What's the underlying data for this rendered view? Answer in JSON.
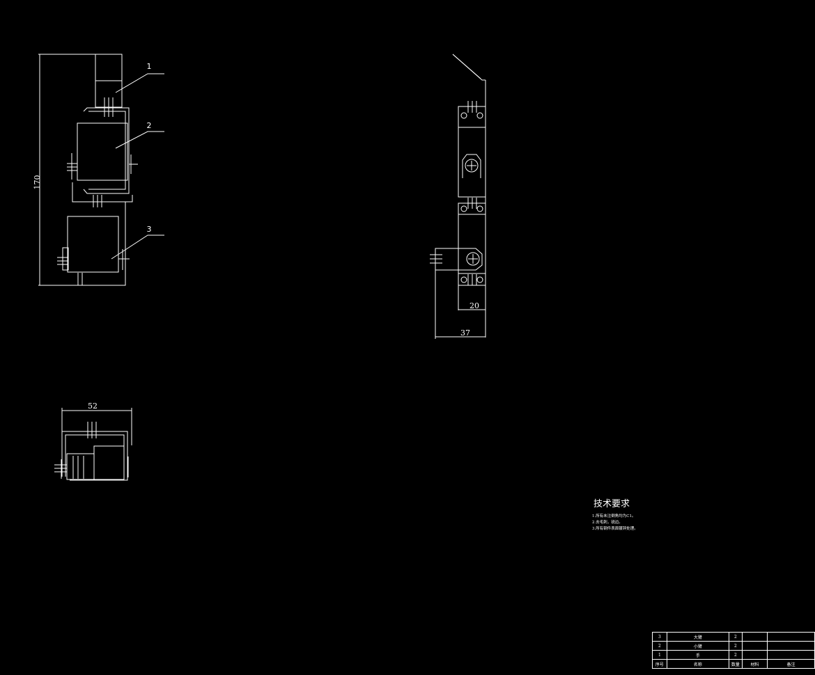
{
  "colors": {
    "background": "#000000",
    "line": "#ffffff"
  },
  "dimensions": {
    "height": "170",
    "width_bottom_view": "52",
    "width_20": "20",
    "width_37": "37"
  },
  "callouts": [
    "1",
    "2",
    "3"
  ],
  "tech_requirements": {
    "title": "技术要求",
    "notes": [
      "1.所有未注倒角均为C1。",
      "2.去毛刺，锐边。",
      "3.所有钢件表面镀锌处理。"
    ]
  },
  "bom": {
    "rows": [
      {
        "no": "3",
        "name": "大臂",
        "qty": "2",
        "material": "",
        "remark": ""
      },
      {
        "no": "2",
        "name": "小臂",
        "qty": "2",
        "material": "",
        "remark": ""
      },
      {
        "no": "1",
        "name": "手",
        "qty": "2",
        "material": "",
        "remark": ""
      }
    ],
    "header": {
      "no": "序号",
      "name": "名称",
      "qty": "数量",
      "material": "材料",
      "remark": "备注"
    }
  }
}
